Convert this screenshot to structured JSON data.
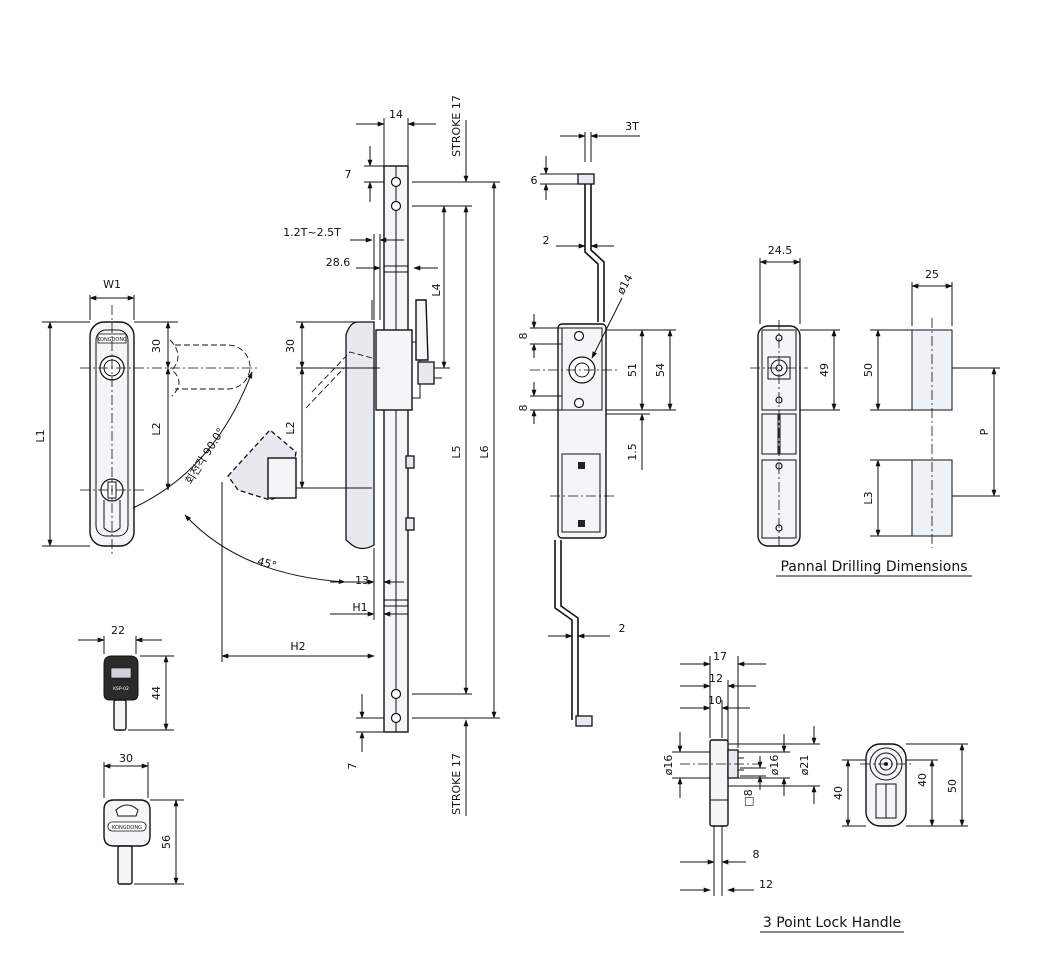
{
  "labels": {
    "w1": "W1",
    "l1": "L1",
    "l2_front": "L2",
    "l2_side": "L2",
    "d30_front": "30",
    "d30_side": "30",
    "rotation": "회전각 90.0°",
    "angle45": "45°",
    "d14": "14",
    "stroke_top": "STROKE 17",
    "stroke_bottom": "STROKE 17",
    "d7_top": "7",
    "d7_bottom": "7",
    "thickness": "1.2T~2.5T",
    "d286": "28.6",
    "l4": "L4",
    "l5": "L5",
    "l6": "L6",
    "d13": "13",
    "h1": "H1",
    "h2": "H2",
    "d3t": "3T",
    "d6": "6",
    "d2_top": "2",
    "phi14": "ø14",
    "d8_a": "8",
    "d8_b": "8",
    "d51": "51",
    "d54": "54",
    "d15": "1.5",
    "d2_bottom": "2",
    "d245": "24.5",
    "d49": "49",
    "d25": "25",
    "d50": "50",
    "p": "P",
    "l3": "L3",
    "key1_w": "22",
    "key1_h": "44",
    "key2_w": "30",
    "key2_h": "56",
    "k17": "17",
    "k12": "12",
    "k10": "10",
    "phi16_left": "ø16",
    "phi16_right": "ø16",
    "phi21": "ø21",
    "sq8": "□8",
    "k8": "8",
    "k12b": "12",
    "k40_left": "40",
    "k40_right": "40",
    "k50": "50"
  },
  "captions": {
    "drilling": "Pannal Drilling Dimensions",
    "lock": "3 Point Lock Handle"
  },
  "brand": {
    "handle_logo": "KONGDONG",
    "key_logo": "KONGDONG",
    "key_tag": "KSP-02"
  }
}
